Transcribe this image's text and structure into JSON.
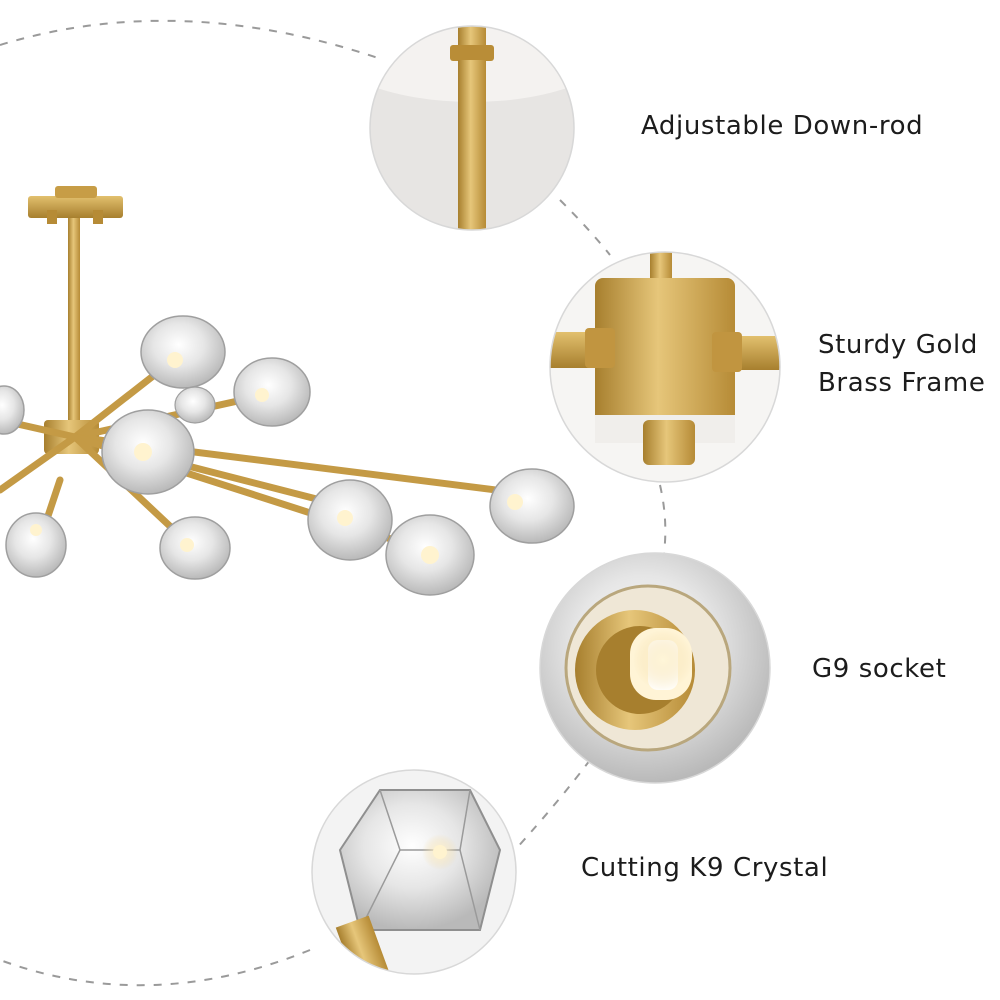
{
  "features": {
    "downrod": {
      "label": "Adjustable Down-rod",
      "icon": "downrod-closeup"
    },
    "frame": {
      "label_line1": "Sturdy Gold",
      "label_line2": "Brass Frame",
      "icon": "frame-hub-closeup"
    },
    "socket": {
      "label": "G9 socket",
      "icon": "g9-socket-closeup"
    },
    "crystal": {
      "label": "Cutting K9 Crystal",
      "icon": "k9-crystal-closeup"
    }
  },
  "colors": {
    "brass": "#c9a04a",
    "brass_dark": "#a77f2e",
    "brass_light": "#e6c67a",
    "dashed_guide": "#9a9a9a",
    "text": "#1c1c1c",
    "circle_border": "#d8d8d8"
  }
}
